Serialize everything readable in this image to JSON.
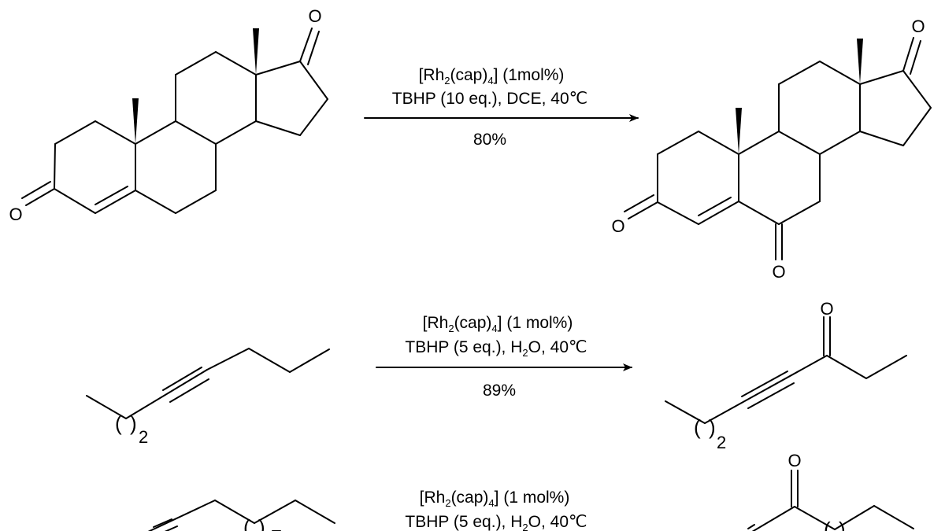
{
  "reactions": [
    {
      "catalyst": {
        "open": "[Rh",
        "sub1": "2",
        "mid": "(cap)",
        "sub2": "4",
        "close": "] (1mol%)"
      },
      "conditions": {
        "pre": "TBHP (10 eq.), DCE, 40℃"
      },
      "yield": "80%",
      "reactant_atoms": {
        "o3": "O",
        "o17": "O"
      },
      "product_atoms": {
        "o3": "O",
        "o6": "O",
        "o17": "O"
      }
    },
    {
      "catalyst": {
        "open": "[Rh",
        "sub1": "2",
        "mid": "(cap)",
        "sub2": "4",
        "close": "] (1 mol%)"
      },
      "conditions": {
        "pre": "TBHP (5 eq.), H",
        "sub": "2",
        "post": "O, 40℃"
      },
      "yield": "89%",
      "reactant_atoms": {
        "repeat": "2"
      },
      "product_atoms": {
        "o": "O",
        "repeat": "2"
      }
    },
    {
      "catalyst": {
        "open": "[Rh",
        "sub1": "2",
        "mid": "(cap)",
        "sub2": "4",
        "close": "] (1 mol%)"
      },
      "conditions": {
        "pre": "TBHP (5 eq.), H",
        "sub": "2",
        "post": "O, 40℃"
      },
      "product_atoms": {
        "o": "O"
      }
    }
  ]
}
